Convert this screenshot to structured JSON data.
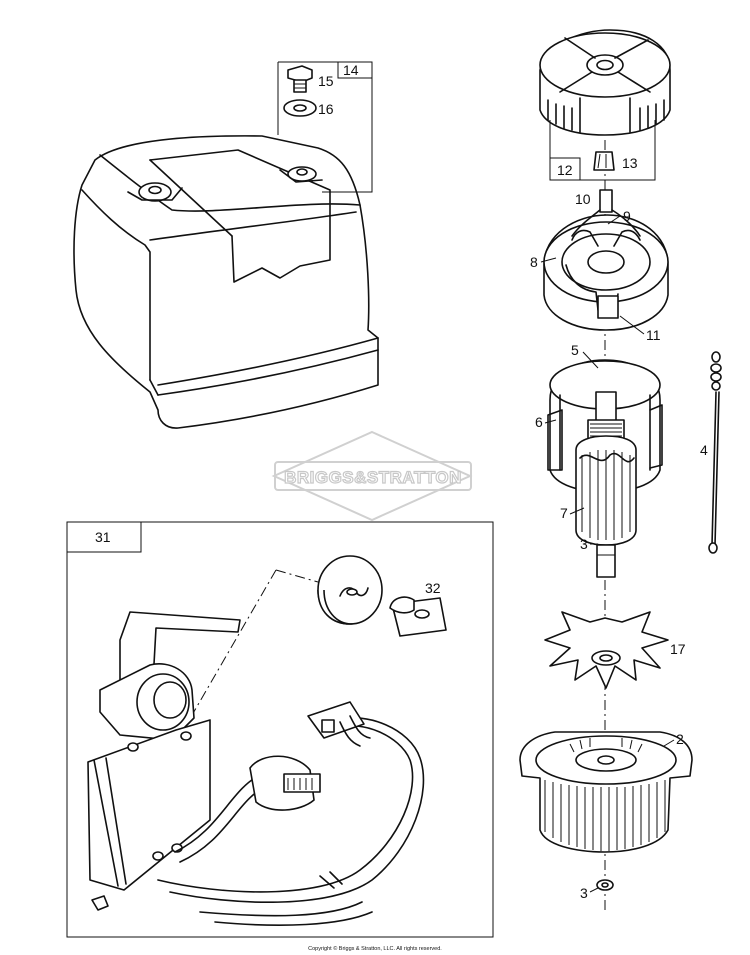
{
  "watermark": "BRIGGS&STRATTON",
  "copyright": "Copyright © Briggs & Stratton, LLC. All rights reserved.",
  "callouts": {
    "c2": "2",
    "c3a": "3",
    "c3b": "3",
    "c4": "4",
    "c5": "5",
    "c6": "6",
    "c7": "7",
    "c8": "8",
    "c9": "9",
    "c10": "10",
    "c11": "11",
    "c12": "12",
    "c13": "13",
    "c14": "14",
    "c15": "15",
    "c16": "16",
    "c17": "17",
    "c31": "31",
    "c32": "32"
  }
}
